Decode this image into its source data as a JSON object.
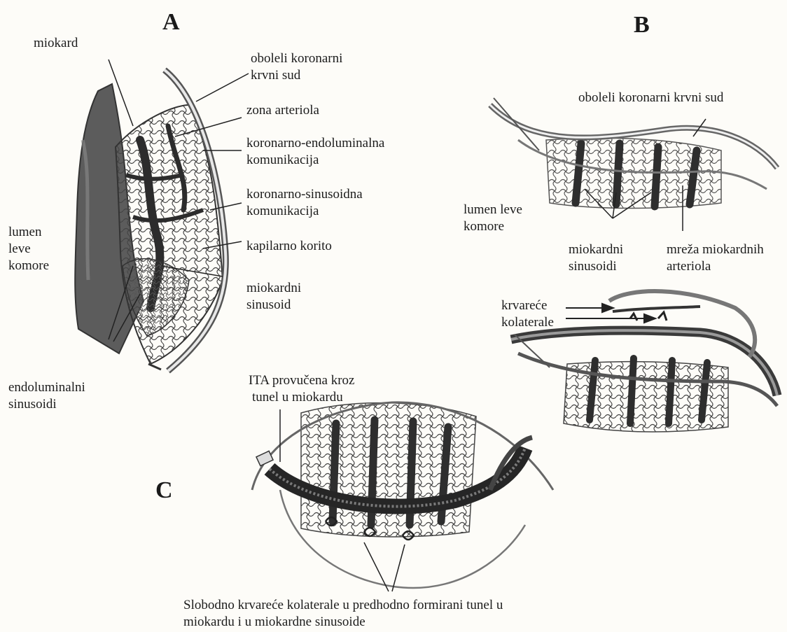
{
  "panels": {
    "a": "A",
    "b": "B",
    "c": "C"
  },
  "labels_a": {
    "miokard": "miokard",
    "oboleli_1": "oboleli koronarni",
    "oboleli_2": "krvni sud",
    "zona_arteriola": "zona arteriola",
    "koronarno_endo_1": "koronarno-endoluminalna",
    "koronarno_endo_2": "komunikacija",
    "koronarno_sin_1": "koronarno-sinusoidna",
    "koronarno_sin_2": "komunikacija",
    "lumen_1": "lumen",
    "lumen_2": "leve",
    "lumen_3": "komore",
    "kapilarno": "kapilarno korito",
    "sinusoid_1": "miokardni",
    "sinusoid_2": "sinusoid",
    "endo_1": "endoluminalni",
    "endo_2": "sinusoidi"
  },
  "labels_b": {
    "oboleli": "oboleli koronarni krvni sud",
    "lumen_1": "lumen leve",
    "lumen_2": "komore",
    "sinusoidi_1": "miokardni",
    "sinusoidi_2": "sinusoidi",
    "mreza_1": "mreža miokardnih",
    "mreza_2": "arteriola",
    "krvarece_1": "krvareće",
    "krvarece_2": "kolaterale"
  },
  "labels_c": {
    "ita_1": "ITA provučena kroz",
    "ita_2": "tunel u miokardu",
    "caption_1": "Slobodno krvareće kolaterale u predhodno formirani tunel u",
    "caption_2": "miokardu i u miokardne sinusoide"
  },
  "colors": {
    "ink": "#1c1c1c",
    "tissue_dark": "#3c3c3c",
    "tissue_mid": "#8a8a8a",
    "paper": "#fdfcf8"
  }
}
